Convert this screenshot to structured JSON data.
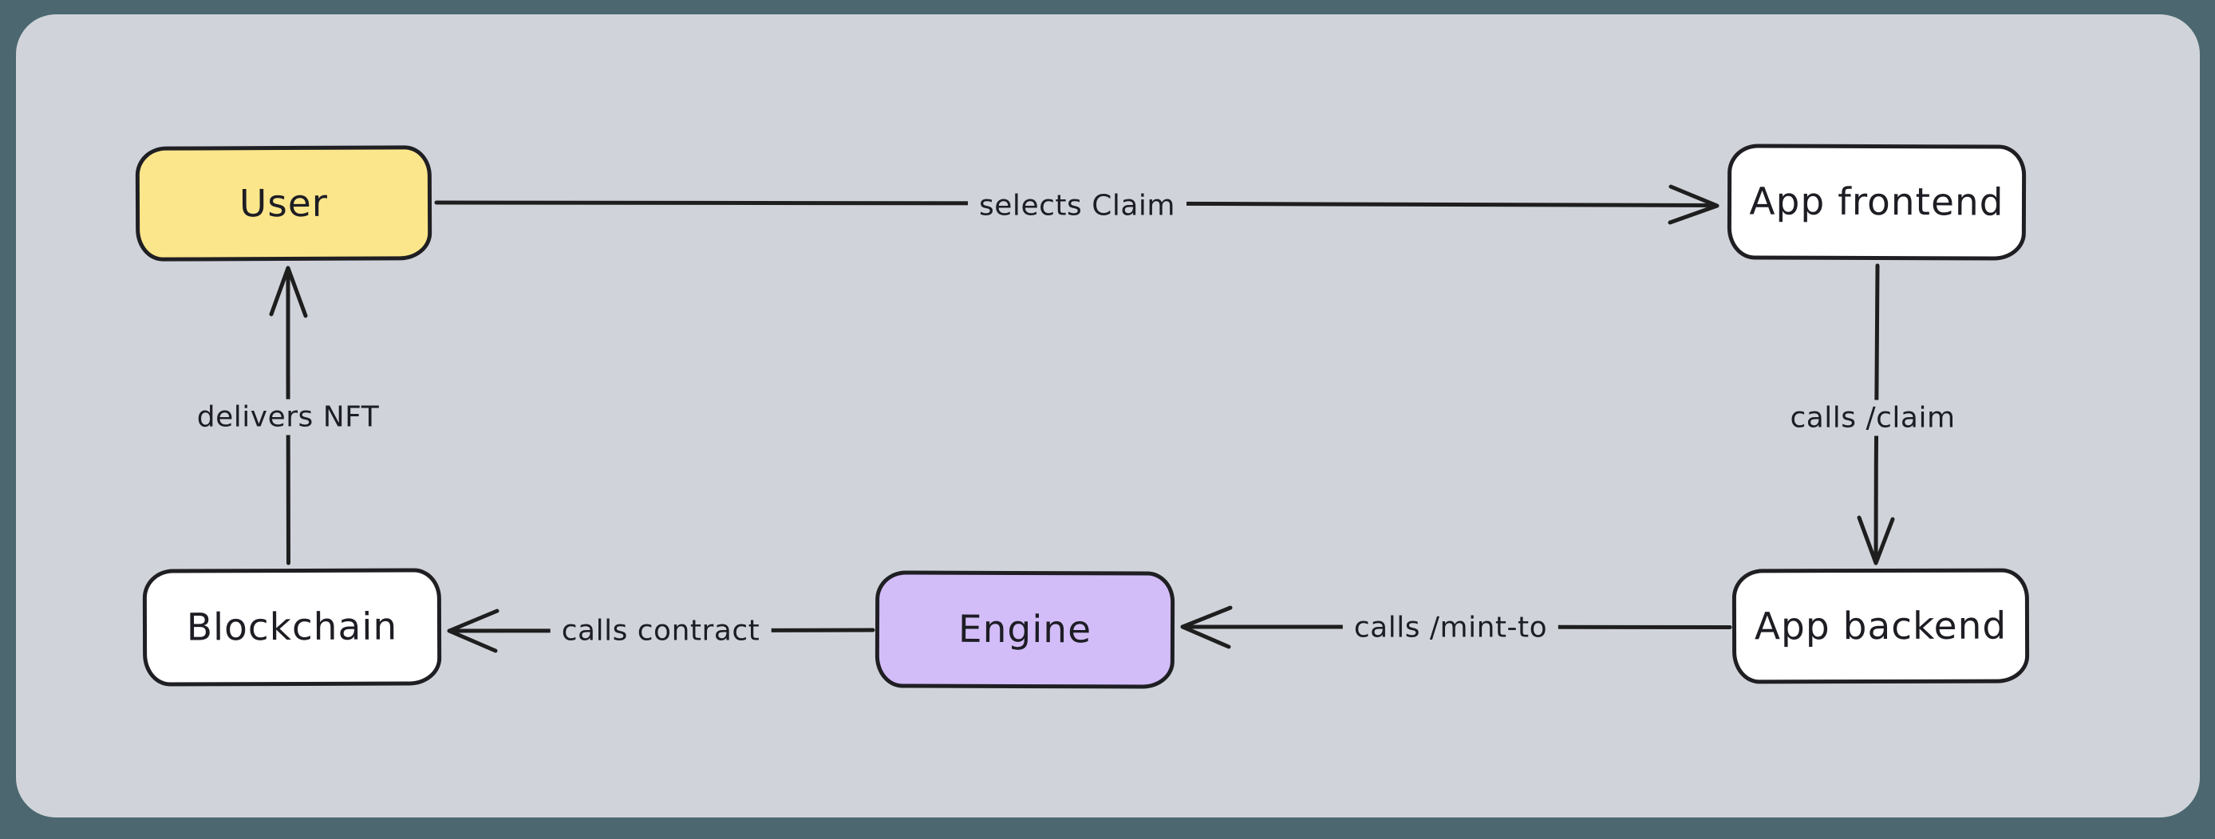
{
  "diagram": {
    "colors": {
      "frame": "#4c6770",
      "canvas": "#d0d4da",
      "stroke": "#1e1e1e",
      "node_yellow": "#fce68b",
      "node_violet": "#d3bdf8",
      "node_white": "#ffffff"
    },
    "nodes": [
      {
        "id": "user",
        "label": "User"
      },
      {
        "id": "app-frontend",
        "label": "App frontend"
      },
      {
        "id": "app-backend",
        "label": "App backend"
      },
      {
        "id": "engine",
        "label": "Engine"
      },
      {
        "id": "blockchain",
        "label": "Blockchain"
      }
    ],
    "edges": [
      {
        "id": "user-to-frontend",
        "from": "User",
        "to": "App frontend",
        "label": "selects Claim"
      },
      {
        "id": "frontend-to-backend",
        "from": "App frontend",
        "to": "App backend",
        "label": "calls /claim"
      },
      {
        "id": "backend-to-engine",
        "from": "App backend",
        "to": "Engine",
        "label": "calls /mint-to"
      },
      {
        "id": "engine-to-blockchain",
        "from": "Engine",
        "to": "Blockchain",
        "label": "calls contract"
      },
      {
        "id": "blockchain-to-user",
        "from": "Blockchain",
        "to": "User",
        "label": "delivers NFT"
      }
    ]
  }
}
